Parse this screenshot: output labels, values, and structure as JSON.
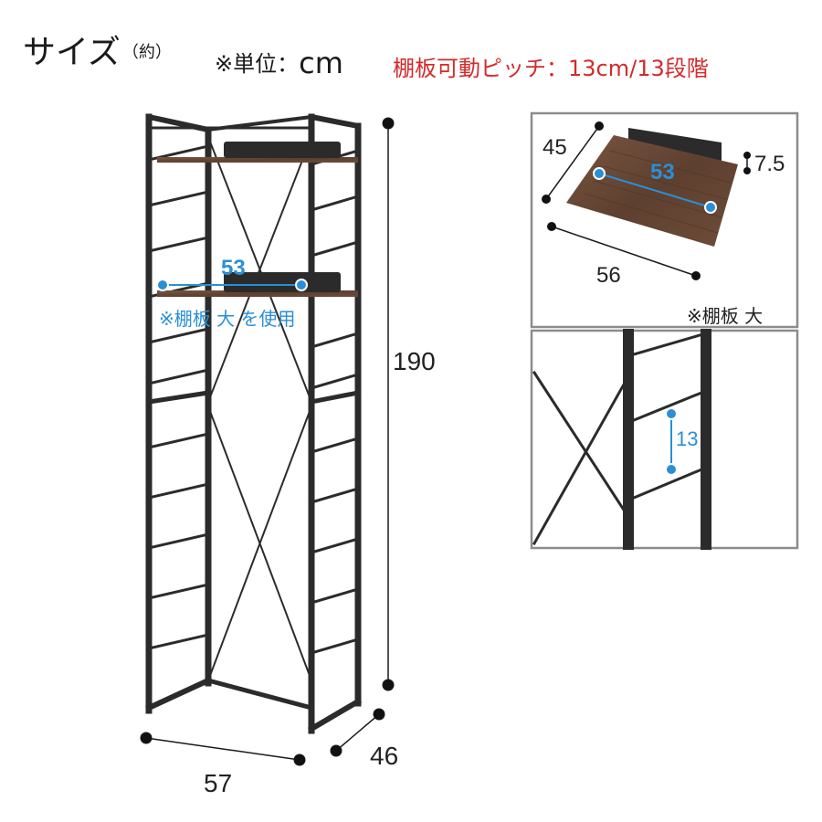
{
  "header": {
    "title": "サイズ",
    "approx": "（約）",
    "unit_label": "※単位：",
    "unit": "cm",
    "pitch_note": "棚板可動ピッチ：13cm/13段階"
  },
  "rack": {
    "width": "57",
    "depth": "46",
    "height": "190",
    "shelf_width": "53",
    "shelf_note": "※棚板 大 を使用"
  },
  "shelf_detail": {
    "depth": "45",
    "width_inner": "53",
    "width_outer": "56",
    "lip_height": "7.5",
    "caption": "※棚板 大"
  },
  "pitch_detail": {
    "pitch": "13"
  },
  "colors": {
    "frame": "#2b2b2b",
    "wood": "#6b4a35",
    "accent_blue": "#2a8fd6",
    "accent_red": "#d42a2a",
    "panel_border": "#8c8c8c"
  }
}
